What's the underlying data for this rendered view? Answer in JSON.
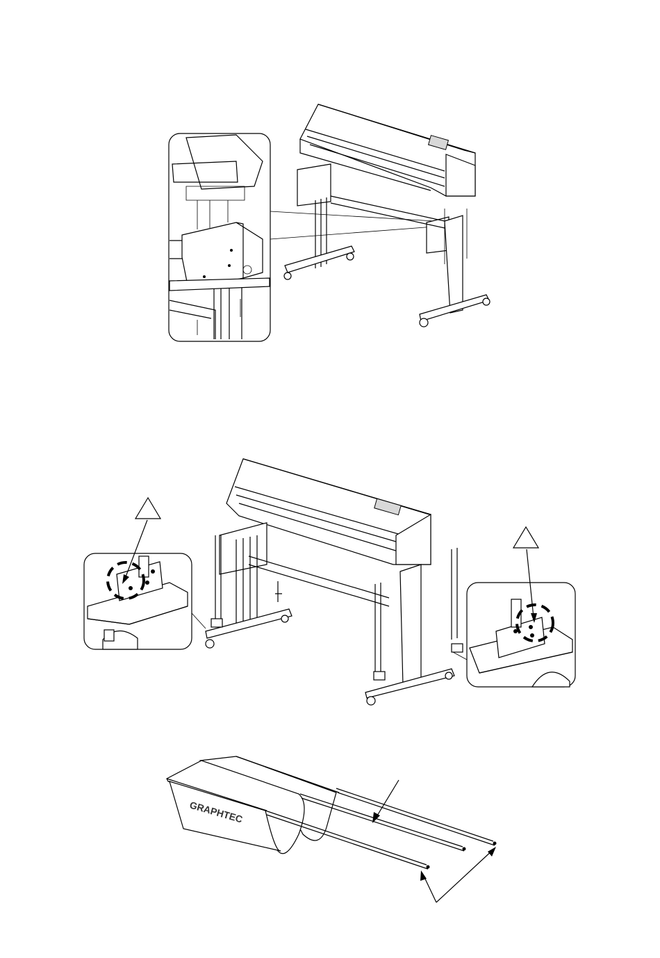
{
  "figures": [
    {
      "id": "fig-stand-mount"
    },
    {
      "id": "fig-stand-rollers"
    },
    {
      "id": "fig-media-basket"
    }
  ],
  "basket": {
    "brand_label": "GRAPHTEC"
  },
  "markers": {
    "left_triangle": "",
    "right_triangle": ""
  }
}
